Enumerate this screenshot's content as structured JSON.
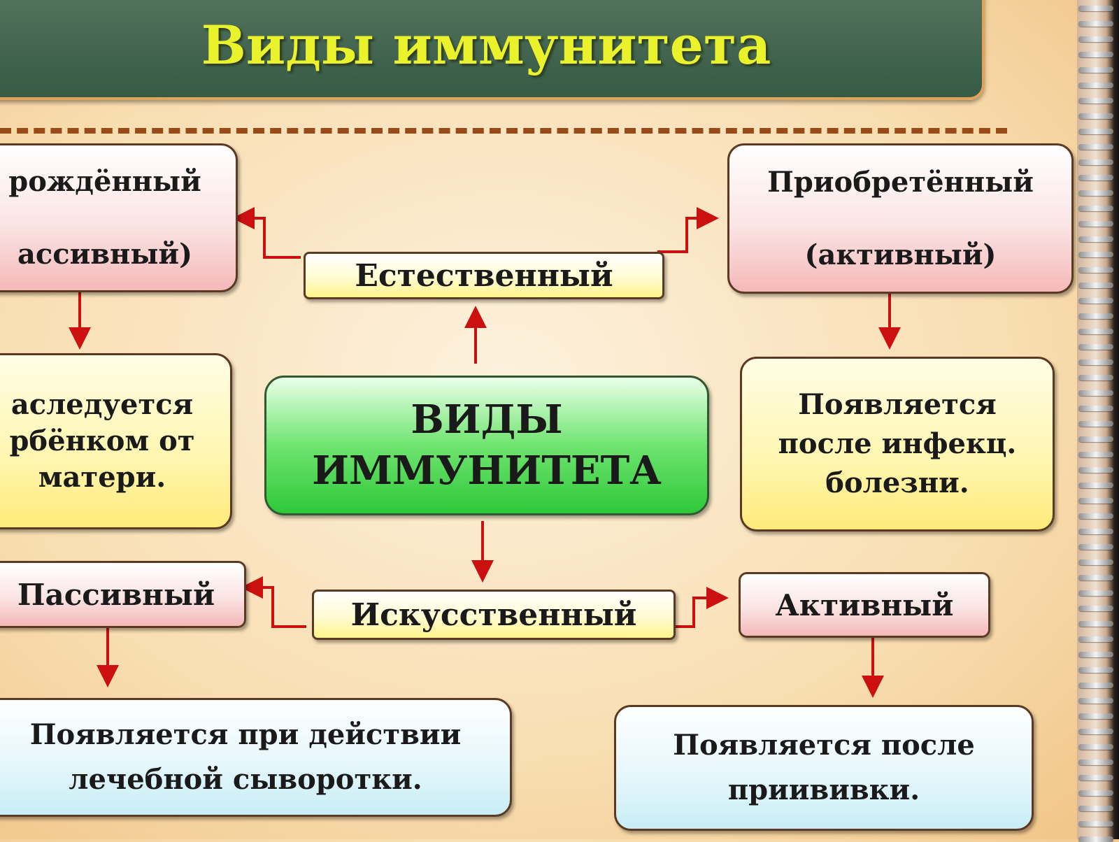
{
  "header": {
    "title": "Виды иммунитета"
  },
  "center": {
    "text": "ВИДЫ\nИММУНИТЕТА"
  },
  "natural": {
    "label": "Естественный"
  },
  "artificial": {
    "label": "Искусственный"
  },
  "innate": {
    "text": "рождённый\n\nассивный)",
    "desc": "аследуется\nрбёнком от\nматери."
  },
  "acquired": {
    "text": "Приобретённый\n\n(активный)",
    "desc": "Появляется\nпосле инфекц.\nболезни."
  },
  "passive": {
    "label": "Пассивный",
    "desc": "Появляется при действии\nлечебной сыворотки."
  },
  "active": {
    "label": "Активный",
    "desc": "Появляется после\nприививки."
  },
  "colors": {
    "arrow": "#cc1010",
    "header_text": "#e9f22a",
    "header_bg": "#3f5f4b",
    "center_box": "#3fcf45"
  }
}
